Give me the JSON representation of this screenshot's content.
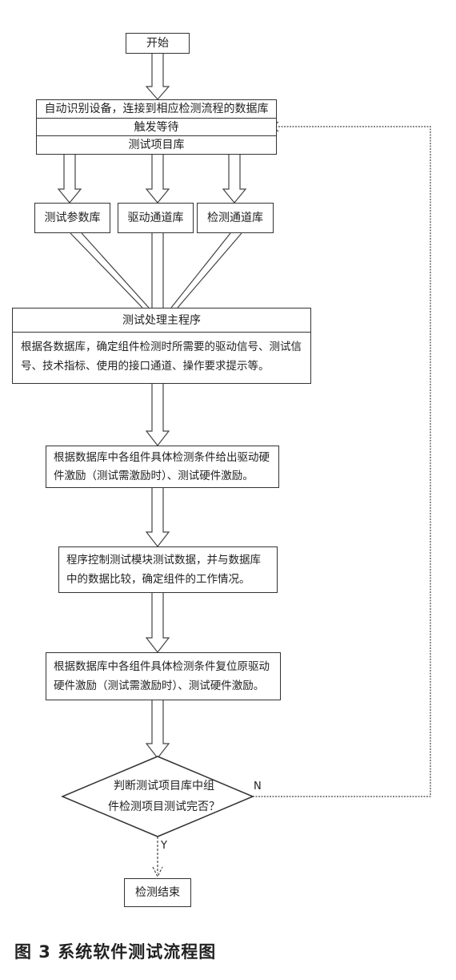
{
  "start": "开始",
  "db_box": {
    "connect": "自动识别设备，连接到相应检测流程的数据库",
    "trigger": "触发等待",
    "test_items": "测试项目库"
  },
  "libraries": [
    "测试参数库",
    "驱动通道库",
    "检测通道库"
  ],
  "main_program": {
    "title": "测试处理主程序",
    "body": "根据各数据库，确定组件检测时所需要的驱动信号、测试信号、技术指标、使用的接口通道、操作要求提示等。"
  },
  "step_stimulus": "根据数据库中各组件具体检测条件给出驱动硬件激励（测试需激励时）、测试硬件激励。",
  "step_compare": "程序控制测试模块测试数据，并与数据库中的数据比较，确定组件的工作情况。",
  "step_reset": "根据数据库中各组件具体检测条件复位原驱动硬件激励（测试需激励时）、测试硬件激励。",
  "decision": {
    "line1": "判断测试项目库中组",
    "line2": "件检测项目测试完否？",
    "no": "N",
    "yes": "Y"
  },
  "end": "检测结束",
  "caption": "图 3  系统软件测试流程图"
}
